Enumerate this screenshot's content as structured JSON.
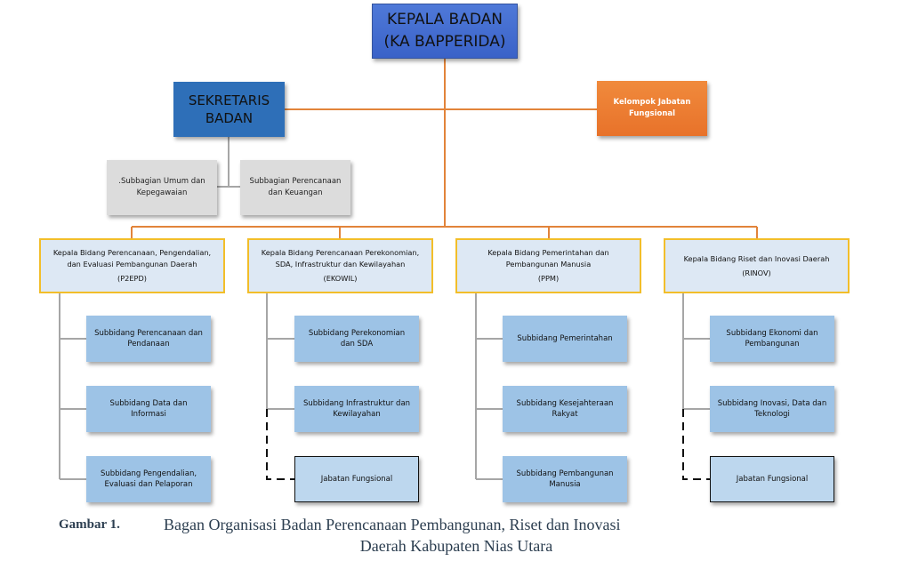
{
  "head": {
    "line1": "KEPALA BADAN",
    "line2": "(KA BAPPERIDA)"
  },
  "sekretaris": {
    "line1": "SEKRETARIS",
    "line2": "BADAN"
  },
  "kelompok_jabatan": {
    "line1": "Kelompok Jabatan",
    "line2": "Fungsional"
  },
  "subbagian": [
    {
      "line1": ".Subbagian Umum dan",
      "line2": "Kepegawaian"
    },
    {
      "line1": "Subbagian Perencanaan",
      "line2": "dan Keuangan"
    }
  ],
  "bidang": [
    {
      "line1": "Kepala Bidang Perencanaan, Pengendalian,",
      "line2": "dan Evaluasi Pembangunan Daerah",
      "code": "(P2EPD)",
      "subs": [
        {
          "line1": "Subbidang Perencanaan dan",
          "line2": "Pendanaan"
        },
        {
          "line1": "Subbidang Data dan",
          "line2": "Informasi"
        },
        {
          "line1": "Subbidang Pengendalian,",
          "line2": "Evaluasi dan Pelaporan"
        }
      ]
    },
    {
      "line1": "Kepala Bidang Perencanaan Perekonomian,",
      "line2": "SDA, Infrastruktur dan Kewilayahan",
      "code": "(EKOWIL)",
      "subs": [
        {
          "line1": "Subbidang Perekonomian",
          "line2": "dan SDA"
        },
        {
          "line1": "Subbidang Infrastruktur dan",
          "line2": "Kewilayahan"
        }
      ],
      "jabatan_fungsional": "Jabatan Fungsional"
    },
    {
      "line1": "Kepala Bidang Pemerintahan dan",
      "line2": "Pembangunan Manusia",
      "code": "(PPM)",
      "subs": [
        {
          "line1": "Subbidang Pemerintahan",
          "line2": ""
        },
        {
          "line1": "Subbidang Kesejahteraan",
          "line2": "Rakyat"
        },
        {
          "line1": "Subbidang Pembangunan",
          "line2": "Manusia"
        }
      ]
    },
    {
      "line1": "Kepala Bidang Riset dan Inovasi Daerah",
      "line2": "",
      "code": "(RINOV)",
      "subs": [
        {
          "line1": "Subbidang Ekonomi dan",
          "line2": "Pembangunan"
        },
        {
          "line1": "Subbidang Inovasi, Data dan",
          "line2": "Teknologi"
        }
      ],
      "jabatan_fungsional": "Jabatan Fungsional"
    }
  ],
  "caption": {
    "label": "Gambar 1.",
    "line1": "Bagan Organisasi Badan Perencanaan Pembangunan, Riset dan Inovasi",
    "line2": "Daerah Kabupaten Nias Utara"
  },
  "colors": {
    "orange_line": "#e2843a",
    "grey_line": "#a6a6a6",
    "head_blue": "#3f68cc",
    "sekretaris_blue": "#2e6fb8",
    "kelompok_orange": "#ec7a30",
    "kabid_border": "#f2be2a",
    "sub_blue": "#9dc3e6"
  }
}
